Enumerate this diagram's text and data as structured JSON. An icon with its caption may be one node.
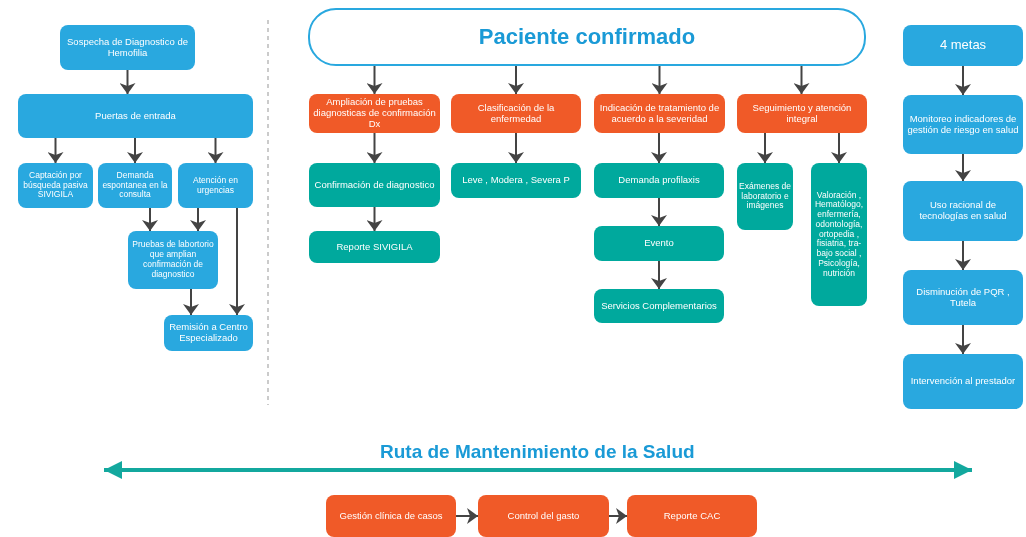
{
  "diagram": {
    "nodes": [
      {
        "text": [
          "Sospecha de Diagnostico de Hemofilia"
        ]
      },
      {
        "text": [
          "Puertas de entrada"
        ]
      },
      {
        "text": [
          "Captación por búsqueda pasiva SIVIGILA"
        ]
      },
      {
        "text": [
          "Demanda espontanea en la consulta"
        ]
      },
      {
        "text": [
          "Atención en urgencias"
        ]
      },
      {
        "text": [
          "Pruebas de labortorio que amplian confirmación de diagnostico"
        ]
      },
      {
        "text": [
          "Remisión a Centro Especializado"
        ]
      },
      {
        "text": [
          "Paciente confirmado"
        ]
      },
      {
        "text": [
          "Ampliación de pruebas diagnosticas de confirmación Dx"
        ]
      },
      {
        "text": [
          "Clasificación de la enfermedad"
        ]
      },
      {
        "text": [
          "Indicación de tratamiento de acuerdo a la severidad"
        ]
      },
      {
        "text": [
          "Seguimiento y atención integral"
        ]
      },
      {
        "text": [
          "Confirmación de diagnostico"
        ]
      },
      {
        "text": [
          "Leve , Modera , Severa P"
        ]
      },
      {
        "text": [
          "Demanda profilaxis"
        ]
      },
      {
        "text": [
          "Exámenes de laboratorio e imágenes"
        ]
      },
      {
        "text": [
          "Valoración , Hematólogo, enfermería, odontología, ortopedia , fisiatria, tra-bajo social , Psicología, nutrición"
        ]
      },
      {
        "text": [
          "Reporte SIVIGILA"
        ]
      },
      {
        "text": [
          "Evento"
        ]
      },
      {
        "text": [
          "Servicios Complementarios"
        ]
      },
      {
        "text": [
          "4 metas"
        ]
      },
      {
        "text": [
          "Monitoreo indicadores de gestión de riesgo en salud"
        ]
      },
      {
        "text": [
          "Uso racional de tecnologías en salud"
        ]
      },
      {
        "text": [
          "Disminución de PQR , Tutela"
        ]
      },
      {
        "text": [
          "Intervención al prestador"
        ]
      },
      {
        "text": [
          "Gestión clínica de casos"
        ]
      },
      {
        "text": [
          "Control del gasto"
        ]
      },
      {
        "text": [
          "Reporte CAC"
        ]
      }
    ],
    "edges": [
      {
        "from": 0,
        "to": 1,
        "arrow": "to"
      },
      {
        "from": 1,
        "to": 2,
        "arrow": "to"
      },
      {
        "from": 1,
        "to": 3,
        "arrow": "to"
      },
      {
        "from": 1,
        "to": 4,
        "arrow": "to"
      },
      {
        "from": 3,
        "to": 5,
        "arrow": "to"
      },
      {
        "from": 4,
        "to": 5,
        "arrow": "to"
      },
      {
        "from": 4,
        "to": 6,
        "arrow": "to"
      },
      {
        "from": 5,
        "to": 6,
        "arrow": "to"
      },
      {
        "from": 7,
        "to": 8,
        "arrow": "to"
      },
      {
        "from": 7,
        "to": 9,
        "arrow": "to"
      },
      {
        "from": 7,
        "to": 10,
        "arrow": "to"
      },
      {
        "from": 7,
        "to": 11,
        "arrow": "to"
      },
      {
        "from": 8,
        "to": 12,
        "arrow": "to"
      },
      {
        "from": 12,
        "to": 17,
        "arrow": "to"
      },
      {
        "from": 9,
        "to": 13,
        "arrow": "to"
      },
      {
        "from": 10,
        "to": 14,
        "arrow": "to"
      },
      {
        "from": 14,
        "to": 18,
        "arrow": "to"
      },
      {
        "from": 18,
        "to": 19,
        "arrow": "to"
      },
      {
        "from": 11,
        "to": 15,
        "arrow": "to"
      },
      {
        "from": 11,
        "to": 16,
        "arrow": "to"
      },
      {
        "from": 20,
        "to": 21,
        "arrow": "to"
      },
      {
        "from": 21,
        "to": 22,
        "arrow": "to"
      },
      {
        "from": 22,
        "to": 23,
        "arrow": "to"
      },
      {
        "from": 23,
        "to": 24,
        "arrow": "to"
      },
      {
        "from": 25,
        "to": 26,
        "arrow": "to"
      },
      {
        "from": 26,
        "to": 27,
        "arrow": "to"
      }
    ],
    "labels": [
      "Ruta de Mantenimiento de la Salud"
    ]
  }
}
